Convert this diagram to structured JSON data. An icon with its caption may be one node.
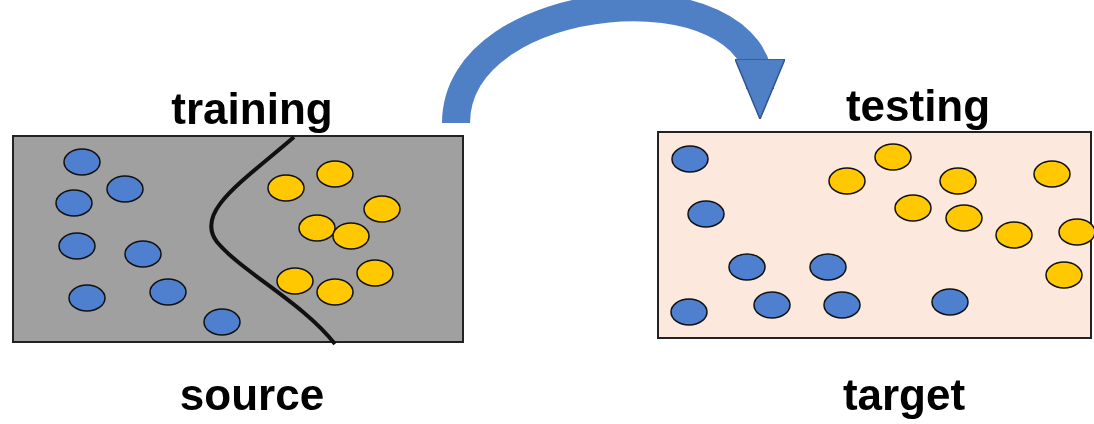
{
  "diagram": {
    "nodes": [
      {
        "text": [
          "training"
        ],
        "beside": [
          "source"
        ]
      },
      {
        "text": [
          "testing"
        ],
        "beside": [
          "target"
        ]
      }
    ],
    "edges": [
      {
        "from": 0,
        "to": 1,
        "arrow": "to",
        "color": "#4f7fc4"
      }
    ]
  }
}
